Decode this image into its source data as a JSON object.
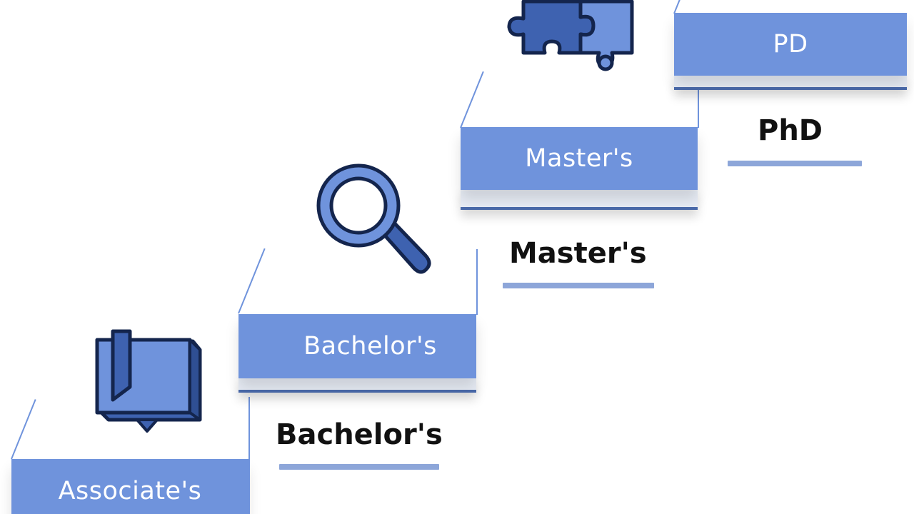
{
  "steps": [
    {
      "band_label": "Associate's",
      "icon": "book-icon"
    },
    {
      "band_label": "Bachelor's",
      "caption": "Bachelor's",
      "icon": "magnifier-icon"
    },
    {
      "band_label": "Master's",
      "caption": "Master's",
      "icon": "puzzle-icon"
    },
    {
      "band_label": "PD",
      "caption": "PhD"
    }
  ],
  "colors": {
    "band": "#6f93dc",
    "icon_fill": "#6f93dc",
    "icon_dark": "#3e62b0",
    "icon_stroke": "#14254d",
    "underline": "#8da6d9"
  }
}
